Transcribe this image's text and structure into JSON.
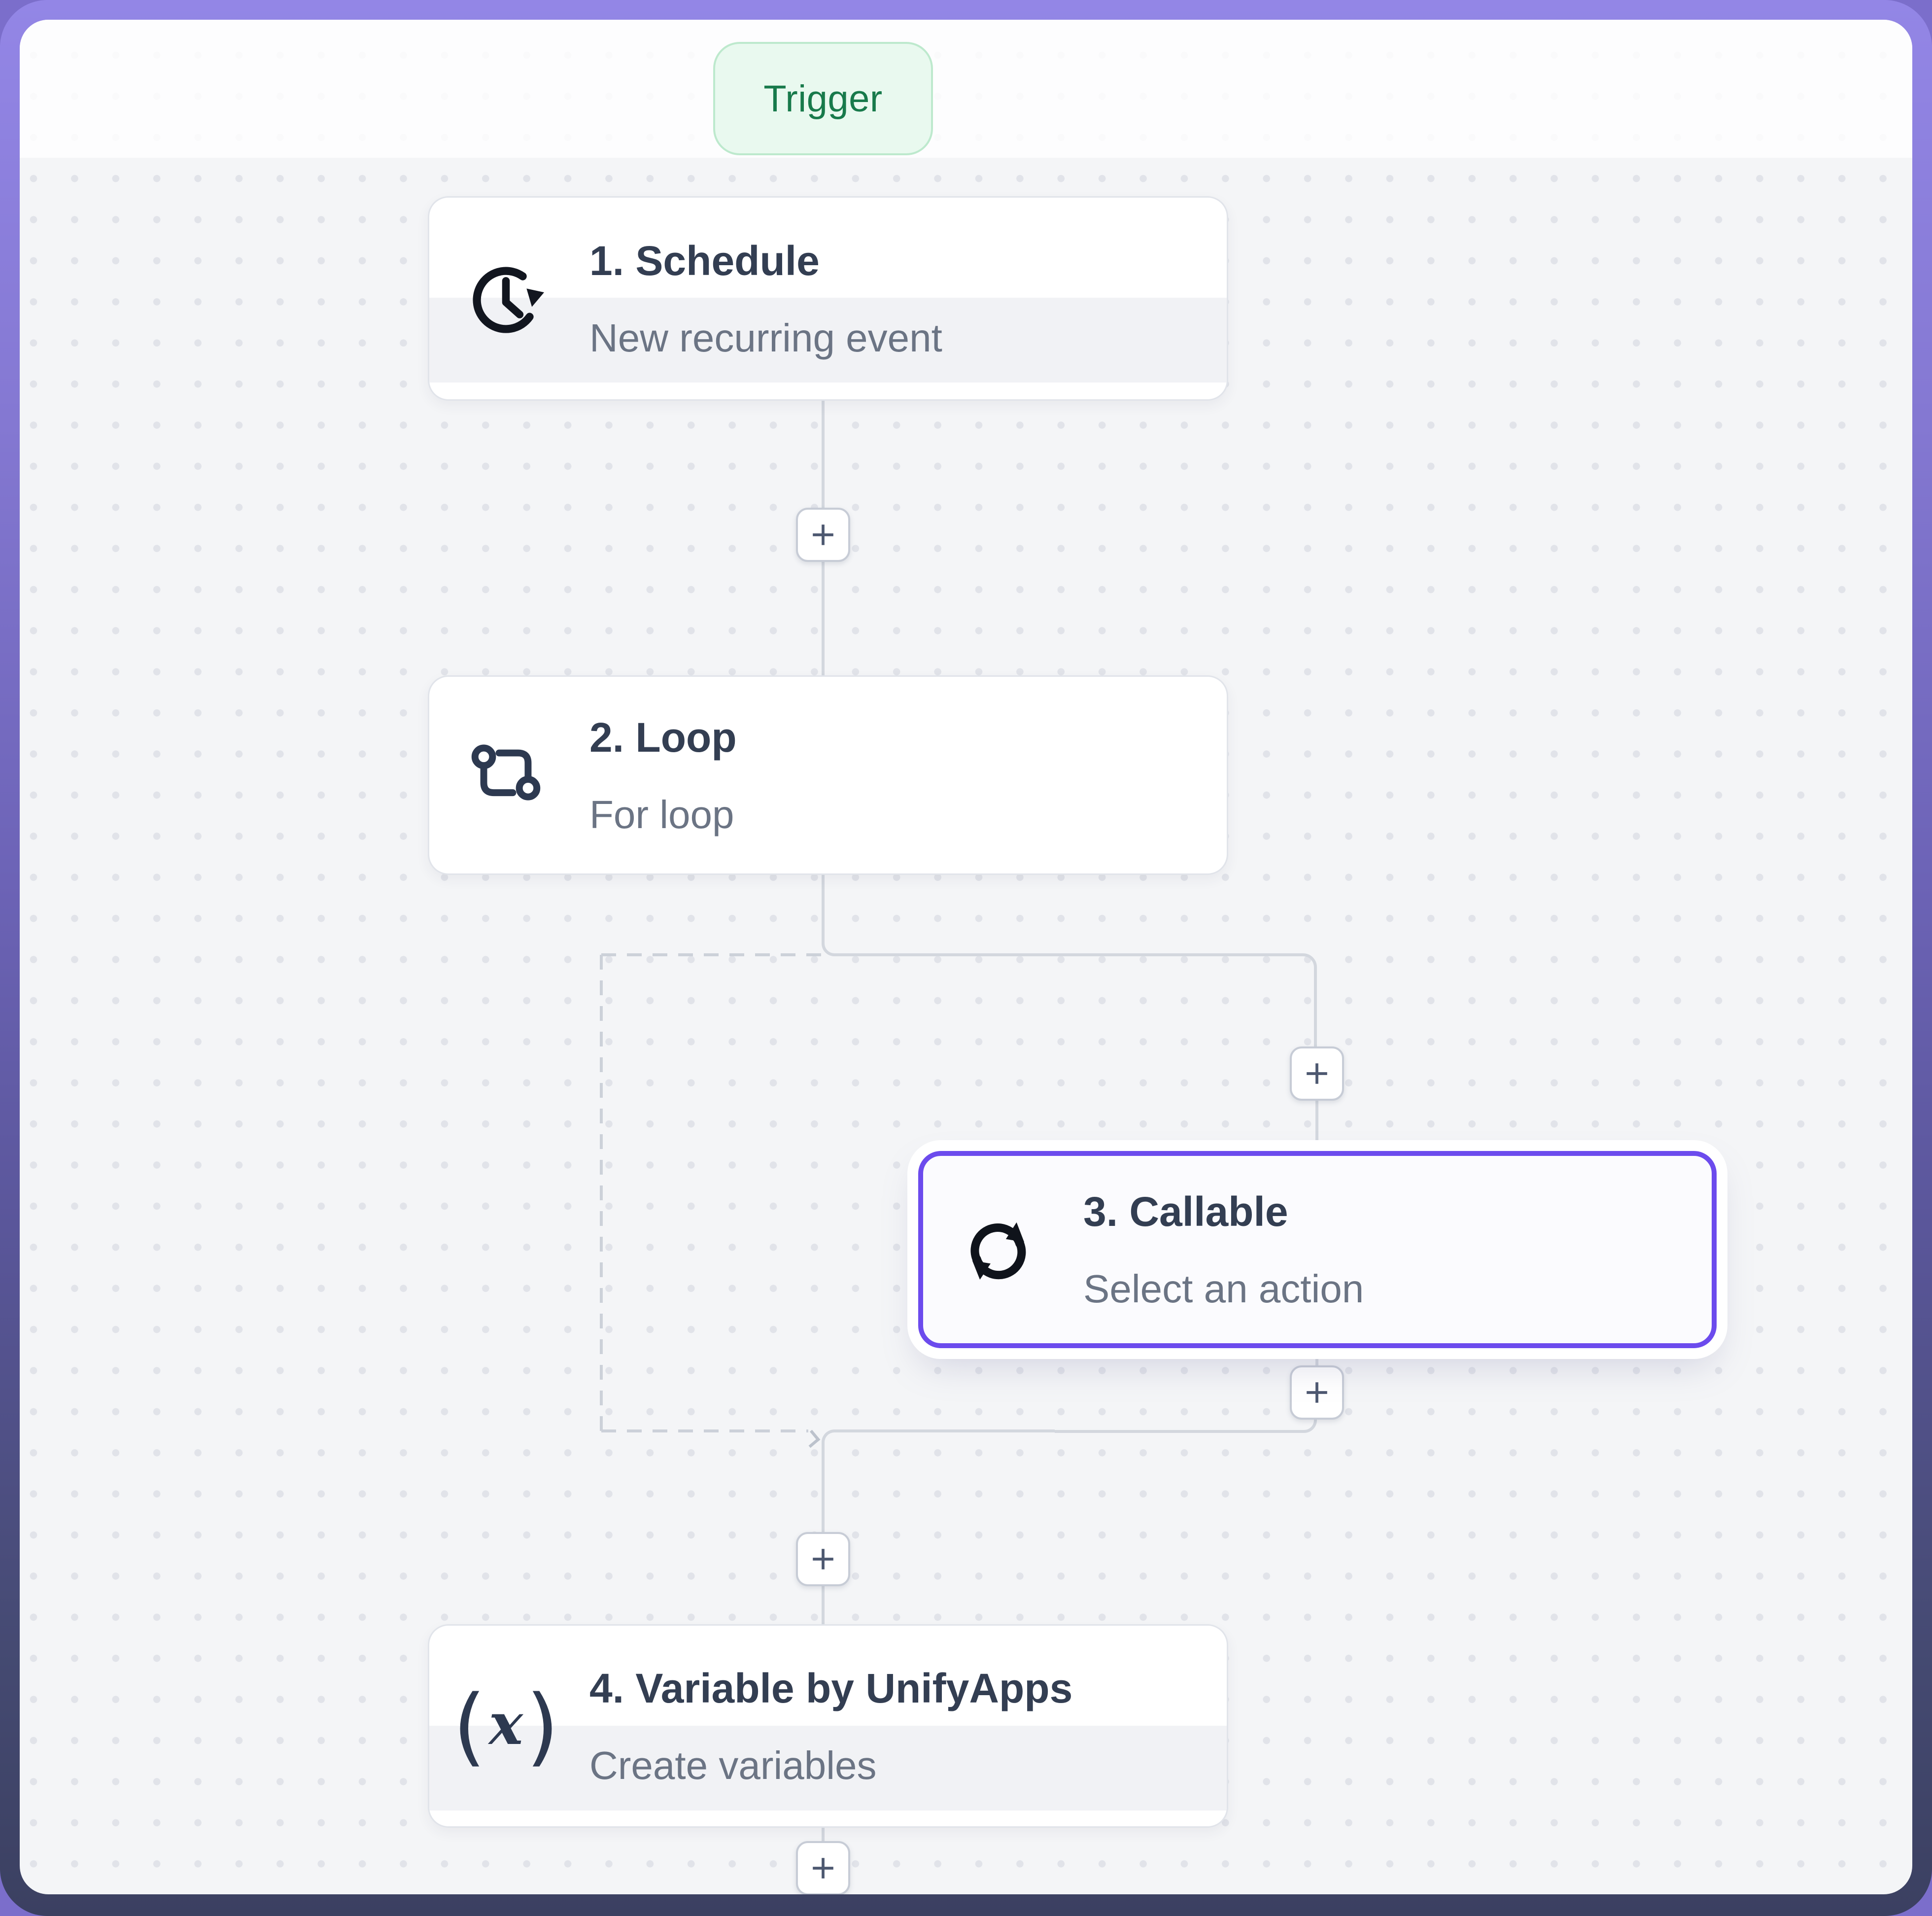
{
  "workflow": {
    "trigger_label": "Trigger",
    "nodes": [
      {
        "title": "1. Schedule",
        "subtitle": "New recurring event",
        "icon": "clock-recurring-icon",
        "selected": false
      },
      {
        "title": "2. Loop",
        "subtitle": "For loop",
        "icon": "loop-icon",
        "selected": false
      },
      {
        "title": "3. Callable",
        "subtitle": "Select an action",
        "icon": "sync-icon",
        "selected": true
      },
      {
        "title": "4. Variable by UnifyApps",
        "subtitle": "Create variables",
        "icon": "variable-x-icon",
        "selected": false
      }
    ],
    "variable_icon_glyphs": {
      "open": "(",
      "x": "x",
      "close": ")"
    },
    "add_step_button_count": 5
  },
  "colors": {
    "frame_gradient_top": "#9386e6",
    "frame_gradient_bottom": "#3b4061",
    "canvas_background": "#f4f5f7",
    "grid_dot": "#e1e3e9",
    "connector_line": "#d3d7de",
    "selected_node_border": "#6c4bed",
    "trigger_background": "#e9f9ef",
    "trigger_border": "#bde9cd",
    "trigger_text": "#187a4b",
    "node_title_text": "#333e52",
    "node_subtitle_text": "#6b7484"
  }
}
